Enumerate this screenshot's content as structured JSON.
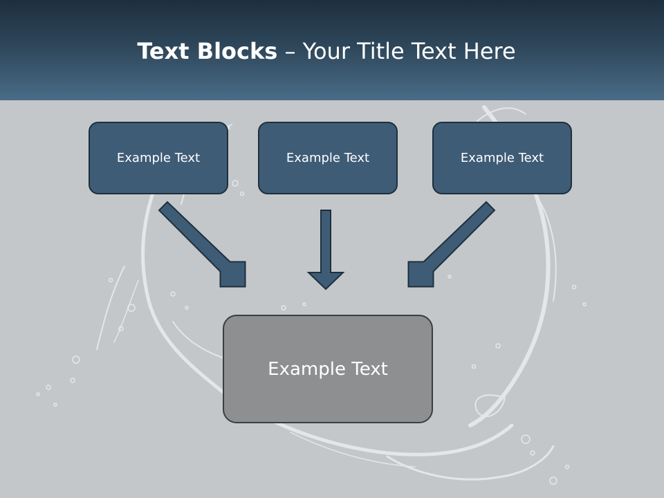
{
  "title": {
    "bold": "Text Blocks",
    "rest": " – Your Title Text Here"
  },
  "boxes": {
    "left": "Example Text",
    "center": "Example Text",
    "right": "Example Text",
    "bottom": "Example Text"
  },
  "colors": {
    "header_top": "#1d2f3f",
    "header_bottom": "#4a6c87",
    "background": "#c4c7c9",
    "small_box_fill": "#3f5c76",
    "big_box_fill": "#8e8f90",
    "arrow_fill": "#3f5c76"
  }
}
